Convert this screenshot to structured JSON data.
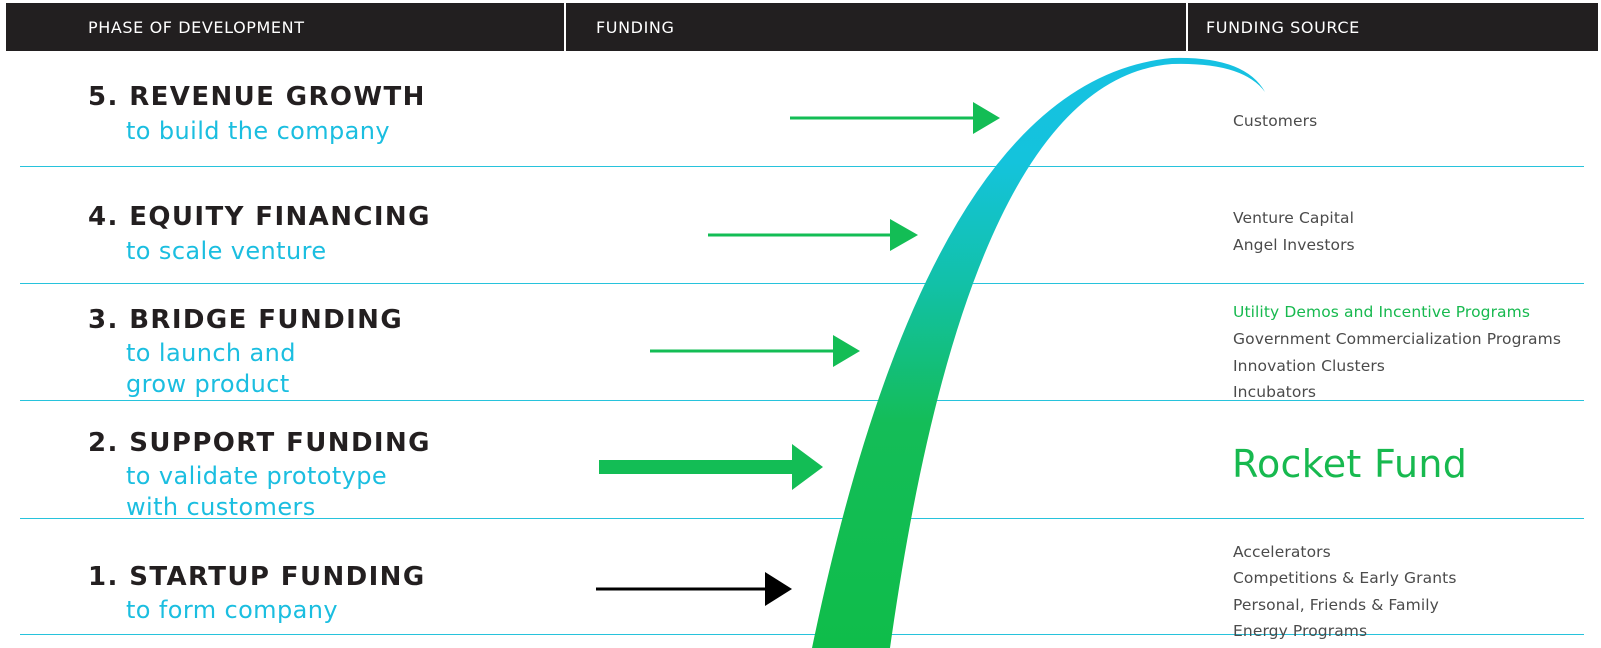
{
  "header": {
    "col_phase": "PHASE OF DEVELOPMENT",
    "col_funding": "FUNDING",
    "col_source": "FUNDING SOURCE"
  },
  "phases": [
    {
      "title": "5. REVENUE GROWTH",
      "sub": [
        "to build the company"
      ]
    },
    {
      "title": "4. EQUITY FINANCING",
      "sub": [
        "to scale venture"
      ]
    },
    {
      "title": "3. BRIDGE FUNDING",
      "sub": [
        "to launch and",
        "grow product"
      ]
    },
    {
      "title": "2. SUPPORT FUNDING",
      "sub": [
        "to validate prototype",
        "with customers"
      ]
    },
    {
      "title": "1. STARTUP FUNDING",
      "sub": [
        "to form company"
      ]
    }
  ],
  "sources": {
    "revenue": [
      "Customers"
    ],
    "equity": [
      "Venture Capital",
      "Angel Investors"
    ],
    "bridge": [
      "Utility Demos and Incentive Programs",
      "Government Commercialization Programs",
      "Innovation Clusters",
      "Incubators"
    ],
    "support": [
      "Rocket Fund"
    ],
    "startup": [
      "Accelerators",
      "Competitions & Early Grants",
      "Personal, Friends & Family",
      "Energy Programs"
    ]
  },
  "colors": {
    "header_bg": "#221f20",
    "rule": "#27c3dc",
    "accent_cyan": "#1bbee0",
    "accent_green": "#17b94f",
    "arrow_green": "#13bd55",
    "arrow_black": "#000000"
  }
}
